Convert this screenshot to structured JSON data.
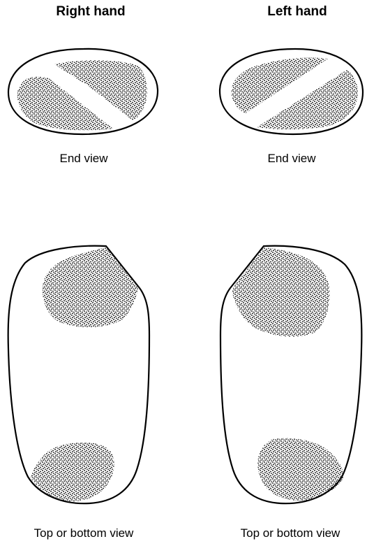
{
  "headings": {
    "right": "Right hand",
    "left": "Left hand"
  },
  "captions": {
    "right_end": "End view",
    "left_end": "End view",
    "right_top": "Top or bottom view",
    "left_top": "Top or bottom view"
  },
  "colors": {
    "outline": "#000000",
    "stipple": "#1a1a1a",
    "background": "#ffffff"
  }
}
